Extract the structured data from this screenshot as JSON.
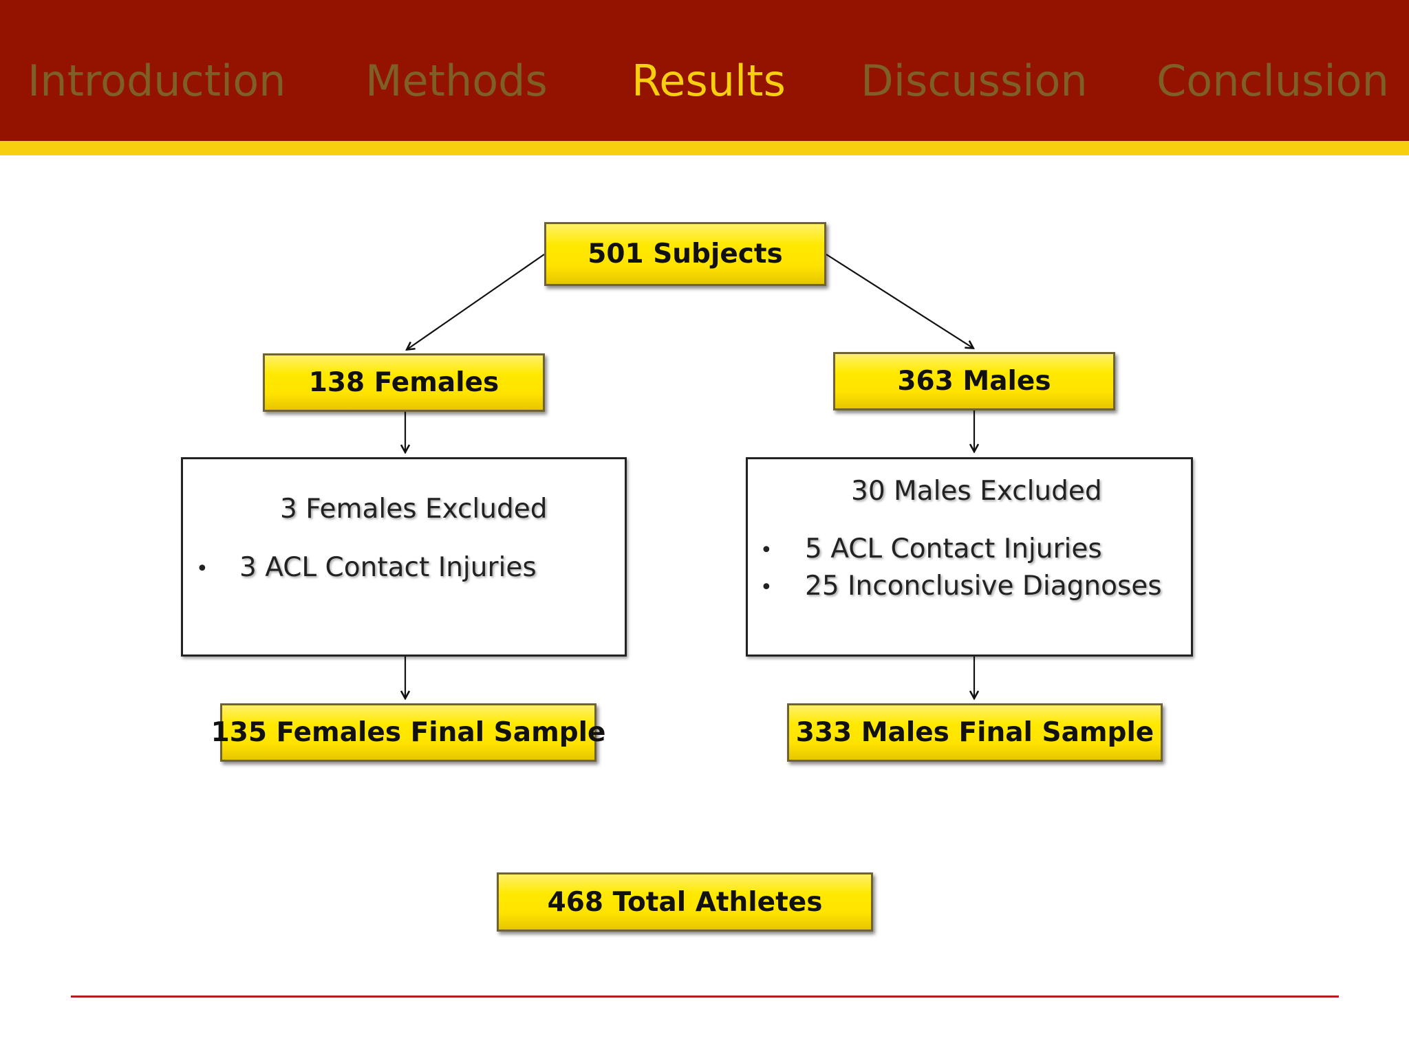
{
  "nav": {
    "tabs": [
      {
        "label": "Introduction",
        "active": false
      },
      {
        "label": "Methods",
        "active": false
      },
      {
        "label": "Results",
        "active": true
      },
      {
        "label": "Discussion",
        "active": false
      },
      {
        "label": "Conclusion",
        "active": false
      }
    ]
  },
  "colors": {
    "header_bg": "#931300",
    "header_stripe": "#f8cf0f",
    "tab_inactive": "#7e5f26",
    "tab_active": "#f8cf0f",
    "box_fill": "#ffe900",
    "footer_line": "#b51d1d"
  },
  "flow": {
    "total_subjects": "501 Subjects",
    "females": "138 Females",
    "males": "363 Males",
    "females_excluded": {
      "title": "3 Females Excluded",
      "items": [
        "3 ACL Contact Injuries"
      ]
    },
    "males_excluded": {
      "title": "30 Males Excluded",
      "items": [
        "5 ACL Contact Injuries",
        "25 Inconclusive Diagnoses"
      ]
    },
    "females_final": "135 Females Final Sample",
    "males_final": "333 Males Final Sample",
    "total_athletes": "468 Total Athletes"
  }
}
